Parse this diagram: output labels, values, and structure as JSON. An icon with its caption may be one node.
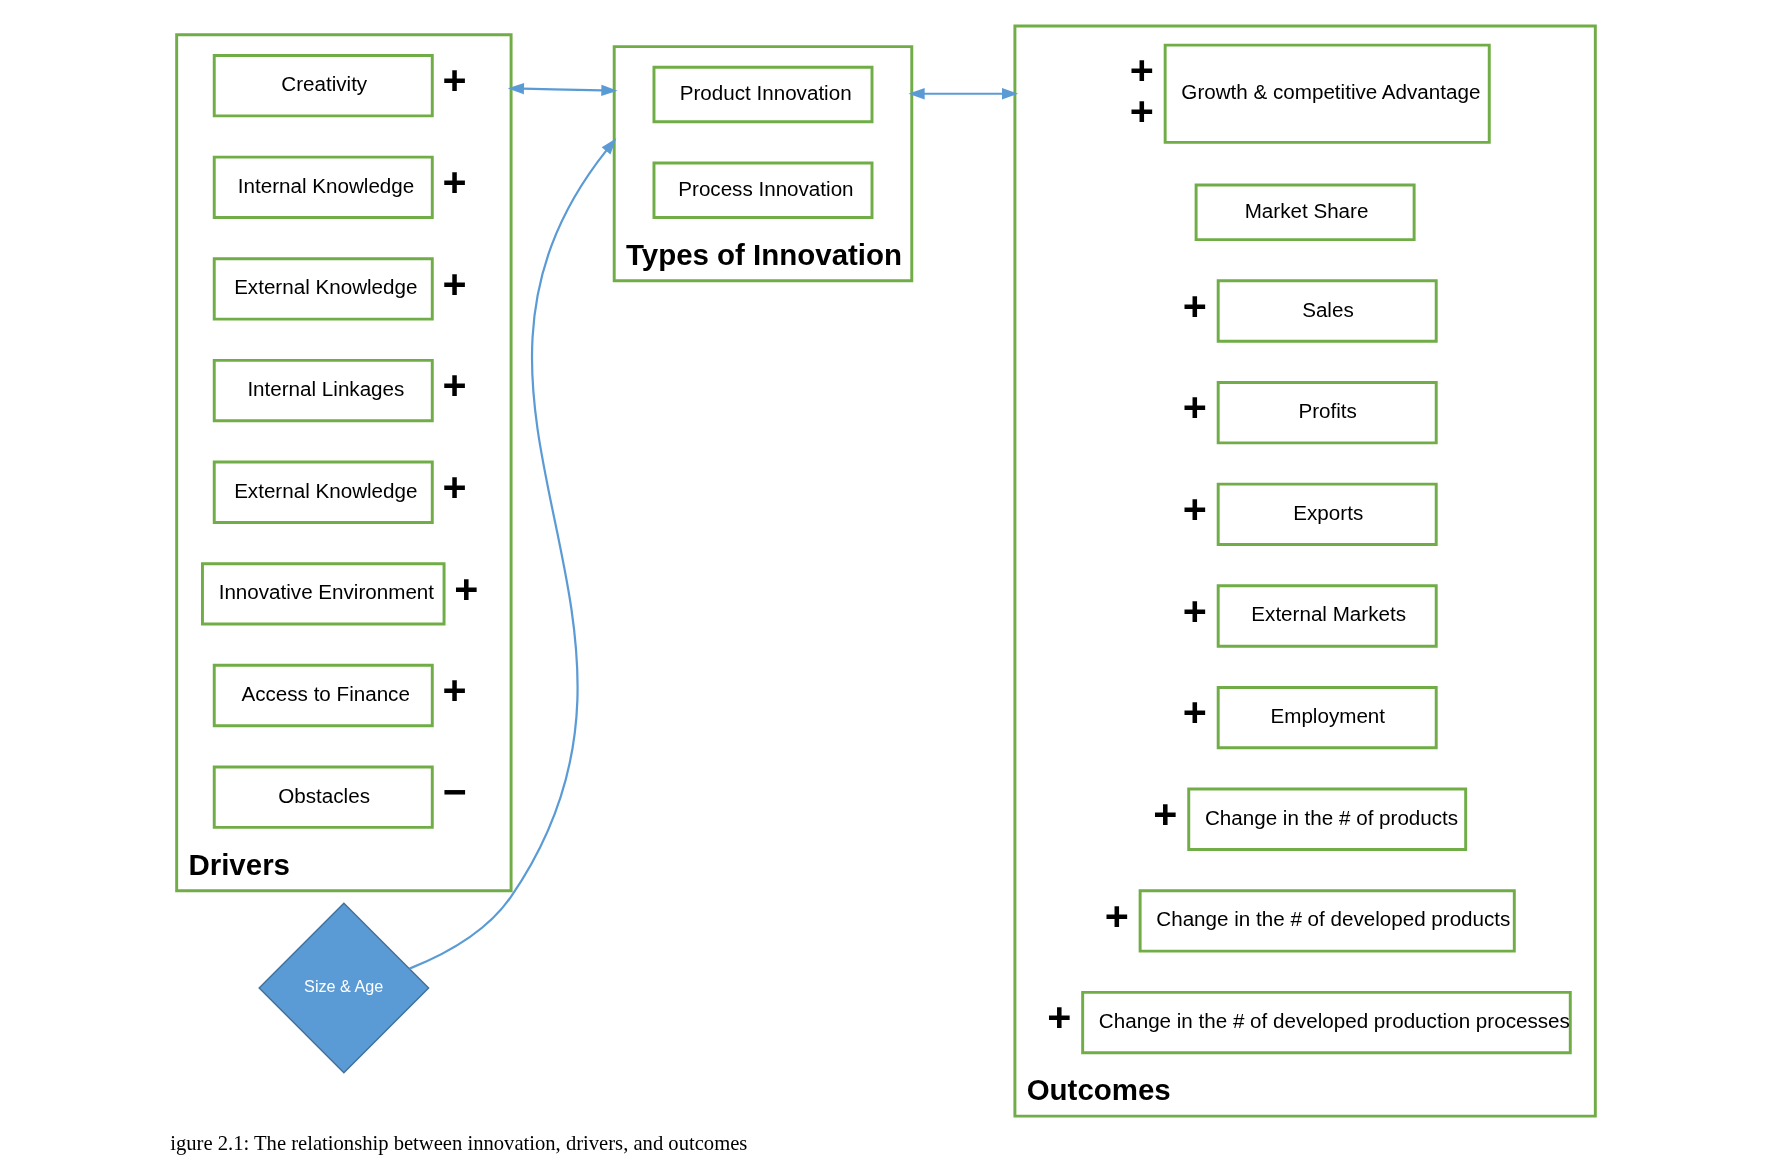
{
  "diagram": {
    "caption": "igure 2.1: The relationship between innovation, drivers, and outcomes",
    "nodes": [
      {
        "text": [
          "Drivers"
        ]
      },
      {
        "text": [
          "Creativity"
        ],
        "in": 0,
        "beside": [
          "+"
        ]
      },
      {
        "text": [
          "Internal Knowledge"
        ],
        "in": 0,
        "beside": [
          "+"
        ]
      },
      {
        "text": [
          "External Knowledge"
        ],
        "in": 0,
        "beside": [
          "+"
        ]
      },
      {
        "text": [
          "Internal Linkages"
        ],
        "in": 0,
        "beside": [
          "+"
        ]
      },
      {
        "text": [
          "External Knowledge"
        ],
        "in": 0,
        "beside": [
          "+"
        ]
      },
      {
        "text": [
          "Innovative Environment"
        ],
        "in": 0,
        "beside": [
          "+"
        ]
      },
      {
        "text": [
          "Access to Finance"
        ],
        "in": 0,
        "beside": [
          "+"
        ]
      },
      {
        "text": [
          "Obstacles"
        ],
        "in": 0,
        "beside": [
          "−"
        ]
      },
      {
        "text": [
          "Size & Age"
        ]
      },
      {
        "text": [
          "Types of Innovation"
        ]
      },
      {
        "text": [
          "Product Innovation"
        ],
        "in": 10
      },
      {
        "text": [
          "Process Innovation"
        ],
        "in": 10
      },
      {
        "text": [
          "Outcomes"
        ]
      },
      {
        "text": [
          "Growth & competitive Advantage"
        ],
        "in": 13,
        "beside": [
          "+",
          "+"
        ]
      },
      {
        "text": [
          "Market Share"
        ],
        "in": 13
      },
      {
        "text": [
          "Sales"
        ],
        "in": 13,
        "beside": [
          "+"
        ]
      },
      {
        "text": [
          "Profits"
        ],
        "in": 13,
        "beside": [
          "+"
        ]
      },
      {
        "text": [
          "Exports"
        ],
        "in": 13,
        "beside": [
          "+"
        ]
      },
      {
        "text": [
          "External Markets"
        ],
        "in": 13,
        "beside": [
          "+"
        ]
      },
      {
        "text": [
          "Employment"
        ],
        "in": 13,
        "beside": [
          "+"
        ]
      },
      {
        "text": [
          "Change in the # of products"
        ],
        "in": 13,
        "beside": [
          "+"
        ]
      },
      {
        "text": [
          "Change in the # of developed products"
        ],
        "in": 13,
        "beside": [
          "+"
        ]
      },
      {
        "text": [
          "Change in the # of developed production processes"
        ],
        "in": 13,
        "beside": [
          "+"
        ]
      }
    ],
    "edges": [
      {
        "from": 0,
        "to": 10,
        "arrow": "both"
      },
      {
        "from": 9,
        "to": 10,
        "arrow": "to"
      },
      {
        "from": 10,
        "to": 13,
        "arrow": "both"
      }
    ]
  }
}
